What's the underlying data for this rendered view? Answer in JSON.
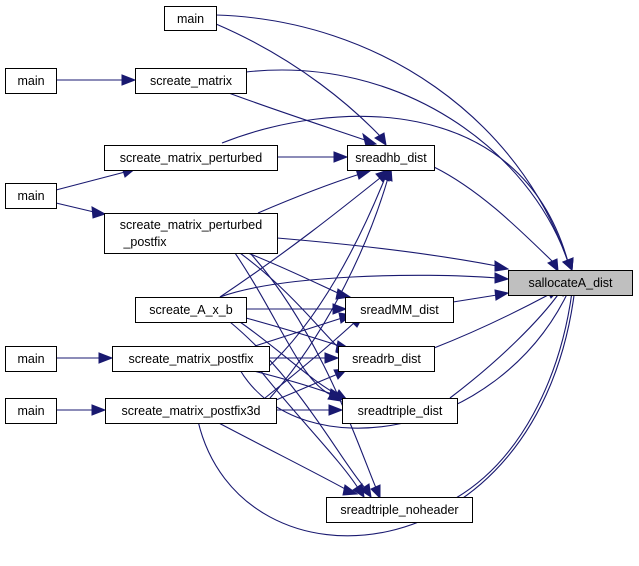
{
  "graph": {
    "nodes": {
      "main1": {
        "label": "main"
      },
      "main2": {
        "label": "main"
      },
      "screate_matrix": {
        "label": "screate_matrix"
      },
      "screate_matrix_perturbed": {
        "label": "screate_matrix_perturbed"
      },
      "sreadhb_dist": {
        "label": "sreadhb_dist"
      },
      "main3": {
        "label": "main"
      },
      "screate_matrix_perturbed_postfix": {
        "line1": "screate_matrix_perturbed",
        "line2": "_postfix"
      },
      "sallocateA_dist": {
        "label": "sallocateA_dist"
      },
      "screate_A_x_b": {
        "label": "screate_A_x_b"
      },
      "sreadMM_dist": {
        "label": "sreadMM_dist"
      },
      "main4": {
        "label": "main"
      },
      "screate_matrix_postfix": {
        "label": "screate_matrix_postfix"
      },
      "sreadrb_dist": {
        "label": "sreadrb_dist"
      },
      "main5": {
        "label": "main"
      },
      "screate_matrix_postfix3d": {
        "label": "screate_matrix_postfix3d"
      },
      "sreadtriple_dist": {
        "label": "sreadtriple_dist"
      },
      "sreadtriple_noheader": {
        "label": "sreadtriple_noheader"
      }
    },
    "highlight_color": "#bfbfbf",
    "edge_color": "#191970"
  }
}
